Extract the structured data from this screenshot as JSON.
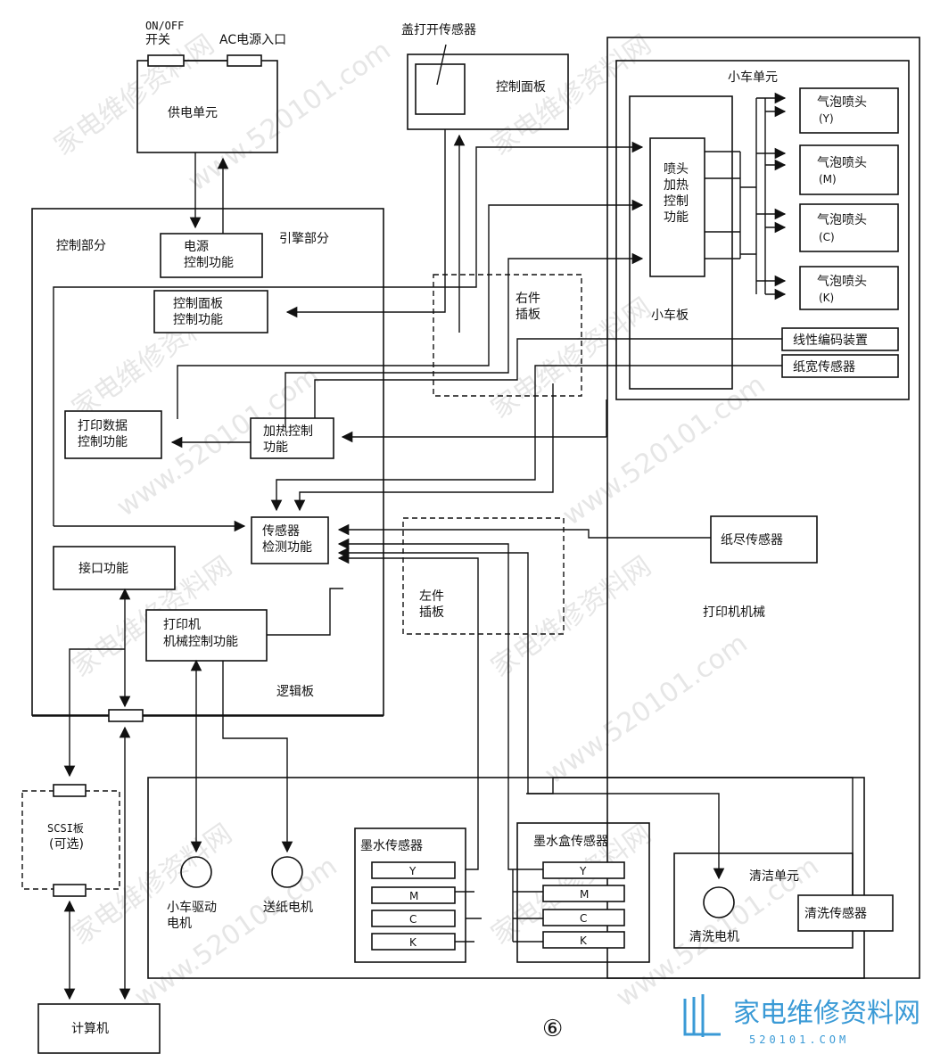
{
  "power": {
    "switch_label_1": "ON/OFF",
    "switch_label_2": "开关",
    "ac_label": "AC电源入口",
    "unit": "供电单元"
  },
  "cover_sensor": "盖打开传感器",
  "control_panel": "控制面板",
  "carriage_unit": "小车单元",
  "heads": {
    "heat_control": [
      "喷头",
      "加热",
      "控制",
      "功能"
    ],
    "bubble_jet": "气泡喷头",
    "colors": [
      "(Y)",
      "(M)",
      "(C)",
      "(K)"
    ],
    "carriage_board": "小车板"
  },
  "logic": {
    "control_part": "控制部分",
    "engine_part": "引擎部分",
    "power_ctrl": [
      "电源",
      "控制功能"
    ],
    "panel_ctrl": [
      "控制面板",
      "控制功能"
    ],
    "print_data": [
      "打印数据",
      "控制功能"
    ],
    "heat_ctrl": [
      "加热控制",
      "功能"
    ],
    "sensor_detect": [
      "传感器",
      "检测功能"
    ],
    "interface": "接口功能",
    "mech_ctrl": [
      "打印机",
      "机械控制功能"
    ],
    "board": "逻辑板"
  },
  "right_plug": [
    "右件",
    "插板"
  ],
  "left_plug": [
    "左件",
    "插板"
  ],
  "linear_encoder": "线性编码装置",
  "paper_width_sensor": "纸宽传感器",
  "paper_out_sensor": "纸尽传感器",
  "printer_mech": "打印机机械",
  "scsi": [
    "SCSI板",
    "(可选)"
  ],
  "computer": "计算机",
  "motors": {
    "carriage_motor": [
      "小车驱动",
      "电机"
    ],
    "feed_motor": "送纸电机"
  },
  "ink_sensor": "墨水传感器",
  "cartridge_sensor": "墨水盒传感器",
  "ink_slots": [
    "Y",
    "M",
    "C",
    "K"
  ],
  "cleaning": {
    "unit": "清洁单元",
    "motor": "清洗电机",
    "sensor": "清洗传感器"
  },
  "figure_number": "⑥",
  "watermarks": [
    "家电维修资料网",
    "www.520101.com"
  ],
  "logo": {
    "text": "家电维修资料网",
    "url": "520101.COM"
  }
}
